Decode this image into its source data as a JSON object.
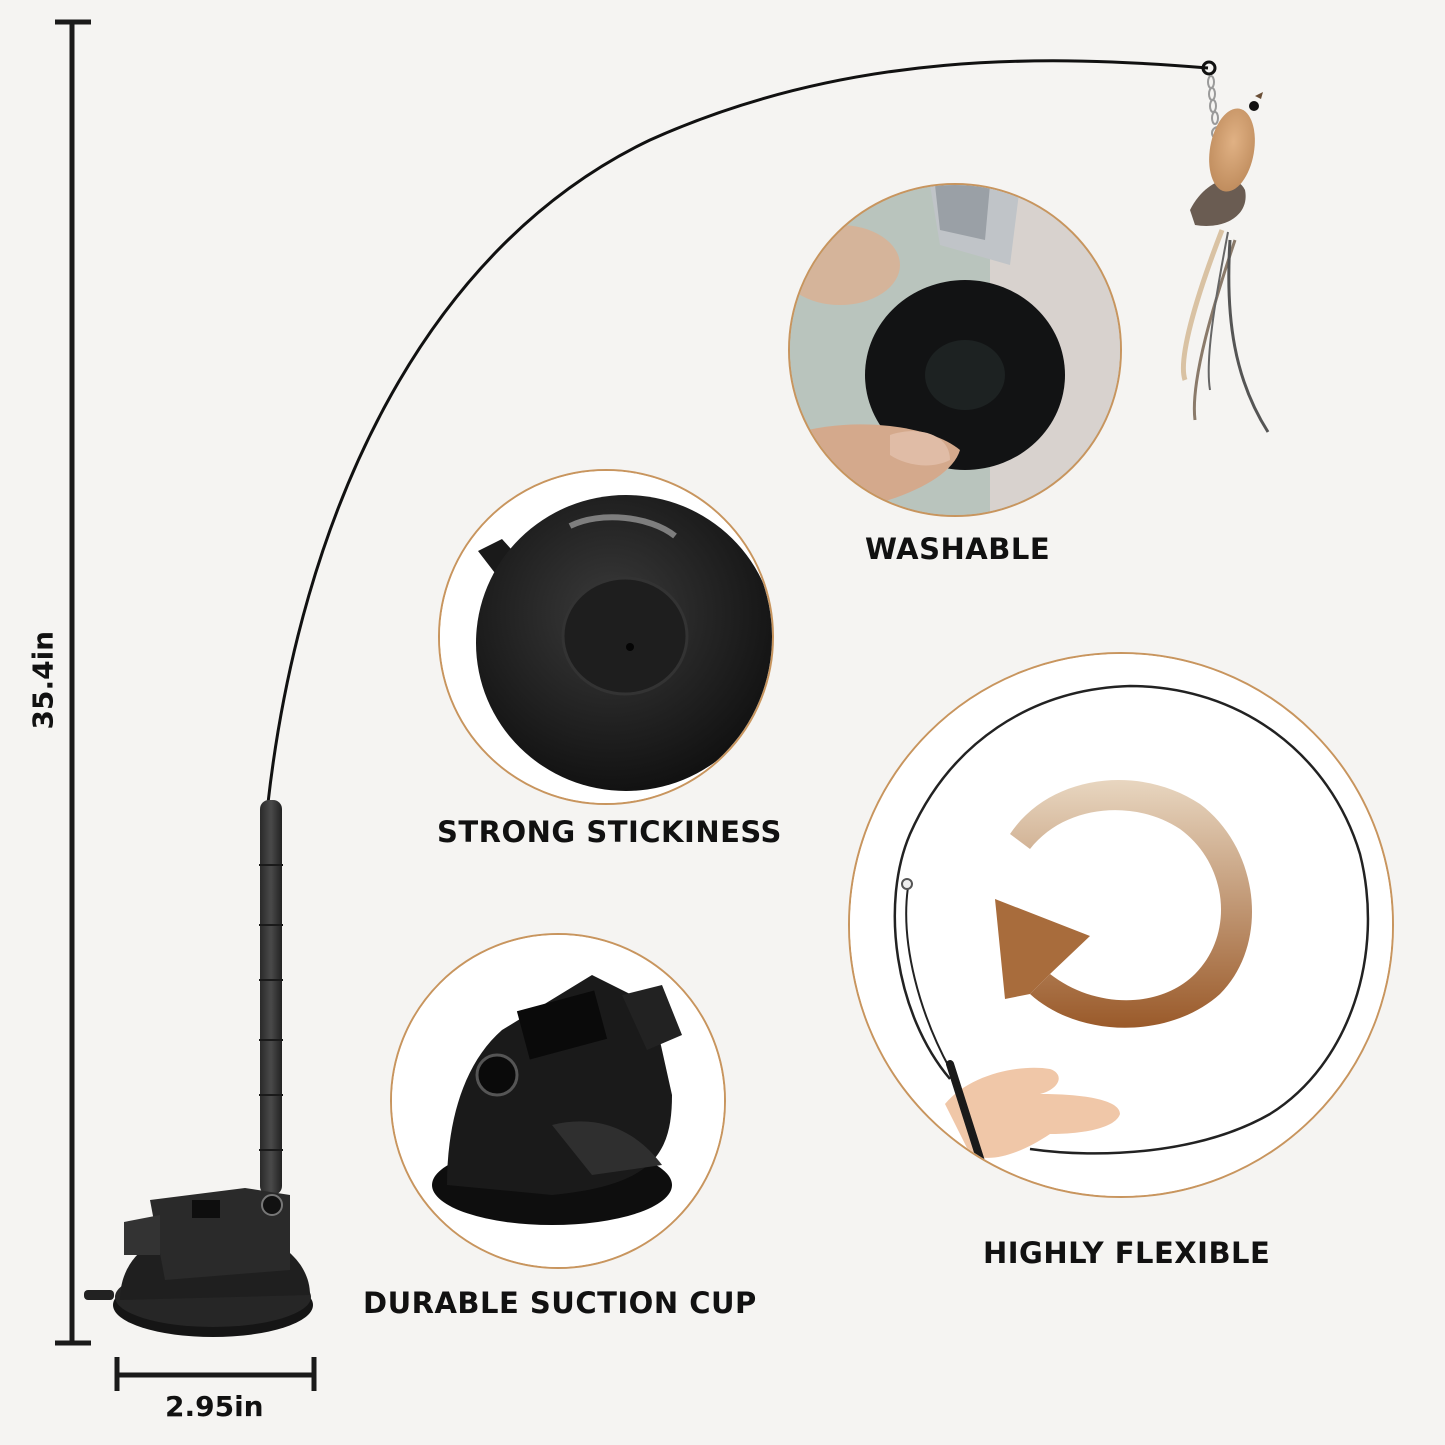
{
  "dimensions": {
    "height_label": "35.4in",
    "width_label": "2.95in"
  },
  "features": [
    {
      "id": "washable",
      "label": "WASHABLE"
    },
    {
      "id": "strong-stickiness",
      "label": "STRONG STICKINESS"
    },
    {
      "id": "durable-suction-cup",
      "label": "DURABLE SUCTION CUP"
    },
    {
      "id": "highly-flexible",
      "label": "HIGHLY FLEXIBLE"
    }
  ],
  "colors": {
    "background": "#f5f4f2",
    "circle_border": "#c8955e",
    "arrow_gradient_start": "#e8d2b8",
    "arrow_gradient_end": "#9a5a2a",
    "text": "#111111",
    "product_black": "#1c1c1c"
  }
}
